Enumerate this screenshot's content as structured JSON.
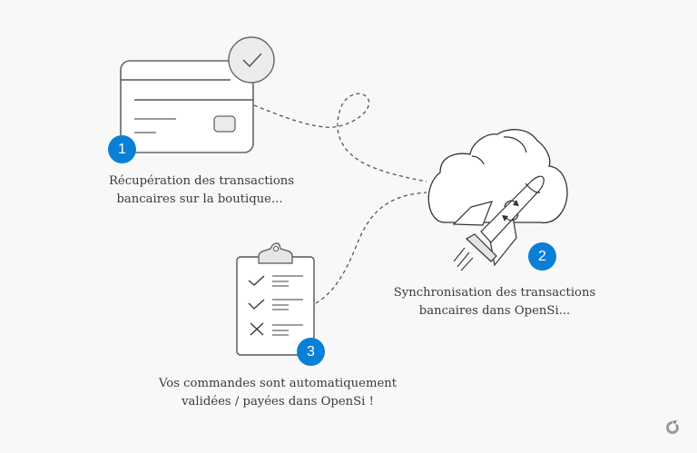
{
  "colors": {
    "background": "#f8f8f8",
    "accent": "#0a7fd6",
    "stroke": "#4a4a4a",
    "fill_light": "#e8e8e8",
    "dash": "#555555"
  },
  "steps": [
    {
      "number": "1",
      "icon": "credit-card-check-icon",
      "caption_lines": [
        "Récupération des transactions",
        "bancaires sur la boutique..."
      ]
    },
    {
      "number": "2",
      "icon": "cloud-rocket-sync-icon",
      "caption_lines": [
        "Synchronisation des transactions",
        "bancaires dans OpenSi..."
      ]
    },
    {
      "number": "3",
      "icon": "clipboard-checklist-icon",
      "caption_lines": [
        "Vos commandes sont automatiquement",
        "validées / payées dans OpenSi !"
      ]
    }
  ],
  "logo": {
    "icon": "opensi-logo-icon"
  }
}
